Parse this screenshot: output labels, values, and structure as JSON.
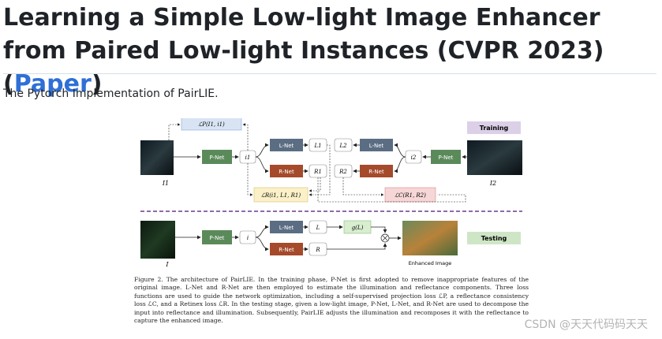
{
  "header": {
    "title_main": "Learning a Simple Low-light Image Enhancer from Paired Low-light Instances (CVPR 2023)",
    "title_open": "(",
    "title_link": "Paper",
    "title_close": ")"
  },
  "intro_text": "The Pytorch Implementation of PairLIE.",
  "figure": {
    "training_label": "Training",
    "testing_label": "Testing",
    "pnet": "P-Net",
    "lnet": "L-Net",
    "rnet": "R-Net",
    "lp": "ℒP(I1, i1)",
    "lr": "ℒR(i1, L1, R1)",
    "lc": "ℒC(R1, R2)",
    "i1": "i1",
    "i2": "i2",
    "L1": "L1",
    "L2": "L2",
    "R1": "R1",
    "R2": "R2",
    "I1": "I1",
    "I2": "I2",
    "I": "I",
    "i": "i",
    "L": "L",
    "R": "R",
    "gL": "g(L)",
    "enhanced": "Enhanced Image",
    "caption": "Figure 2. The architecture of PairLIE. In the training phase, P-Net is first adopted to remove inappropriate features of the original image. L-Net and R-Net are then employed to estimate the illumination and reflectance components.  Three loss functions are used to guide the network optimization, including a self-supervised projection loss ℒP, a reflectance consistency loss ℒC, and a Retinex loss ℒR. In the testing stage, given a low-light image, P-Net, L-Net, and R-Net are used to decompose the input into reflectance and illumination. Subsequently, PairLIE adjusts the illumination and recomposes it with the reflectance to capture the enhanced image."
  },
  "watermark": "CSDN @天天代码码天天",
  "colors": {
    "link": "#2f6fd6",
    "pnet": "#5b8a5a",
    "lnet": "#5a6d83",
    "rnet": "#a54a2b",
    "training_bg": "#dcd0e8",
    "testing_bg": "#cfe6c6",
    "divider": "#6a3a8a"
  }
}
